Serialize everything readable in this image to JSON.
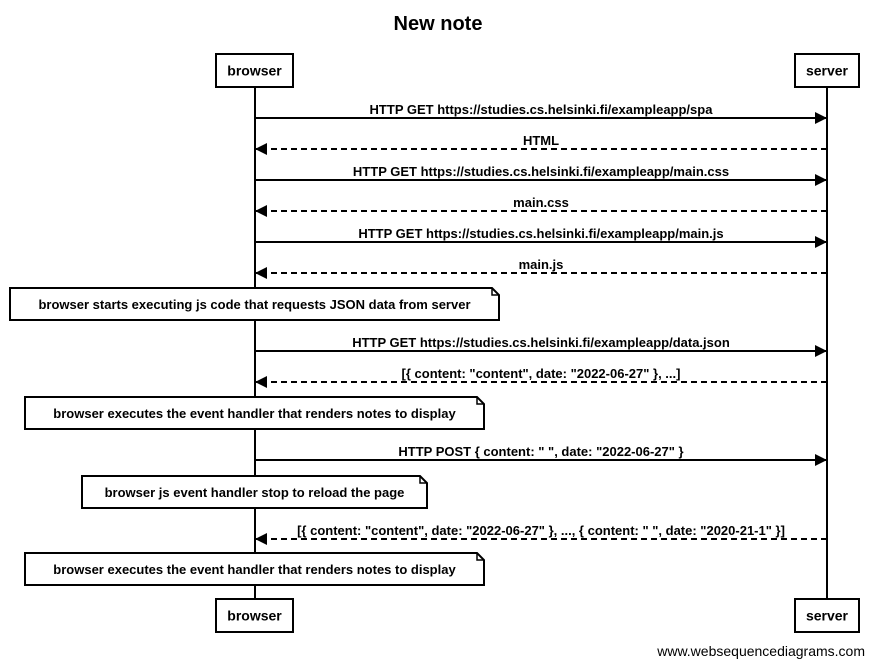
{
  "title": "New note",
  "participants": {
    "left": "browser",
    "right": "server"
  },
  "messages": [
    {
      "label": "HTTP GET https://studies.cs.helsinki.fi/exampleapp/spa",
      "direction": "to-server",
      "style": "solid"
    },
    {
      "label": "HTML",
      "direction": "to-browser",
      "style": "dashed"
    },
    {
      "label": "HTTP GET https://studies.cs.helsinki.fi/exampleapp/main.css",
      "direction": "to-server",
      "style": "solid"
    },
    {
      "label": "main.css",
      "direction": "to-browser",
      "style": "dashed"
    },
    {
      "label": "HTTP GET https://studies.cs.helsinki.fi/exampleapp/main.js",
      "direction": "to-server",
      "style": "solid"
    },
    {
      "label": "main.js",
      "direction": "to-browser",
      "style": "dashed"
    },
    {
      "label": "HTTP GET https://studies.cs.helsinki.fi/exampleapp/data.json",
      "direction": "to-server",
      "style": "solid"
    },
    {
      "label": "[{ content: \"content\", date: \"2022-06-27\" }, ...]",
      "direction": "to-browser",
      "style": "dashed"
    },
    {
      "label": "HTTP POST { content: \" \", date: \"2022-06-27\" }",
      "direction": "to-server",
      "style": "solid"
    },
    {
      "label": "[{ content: \"content\", date: \"2022-06-27\" }, ..., { content: \" \", date: \"2020-21-1\" }]",
      "direction": "to-browser",
      "style": "dashed"
    }
  ],
  "notes": [
    {
      "text": "browser starts executing js code that requests JSON data from server"
    },
    {
      "text": "browser executes the event handler that renders notes to display"
    },
    {
      "text": "browser js event handler stop to reload the page"
    },
    {
      "text": "browser executes the event handler that renders notes to display"
    }
  ],
  "watermark": "www.websequencediagrams.com"
}
